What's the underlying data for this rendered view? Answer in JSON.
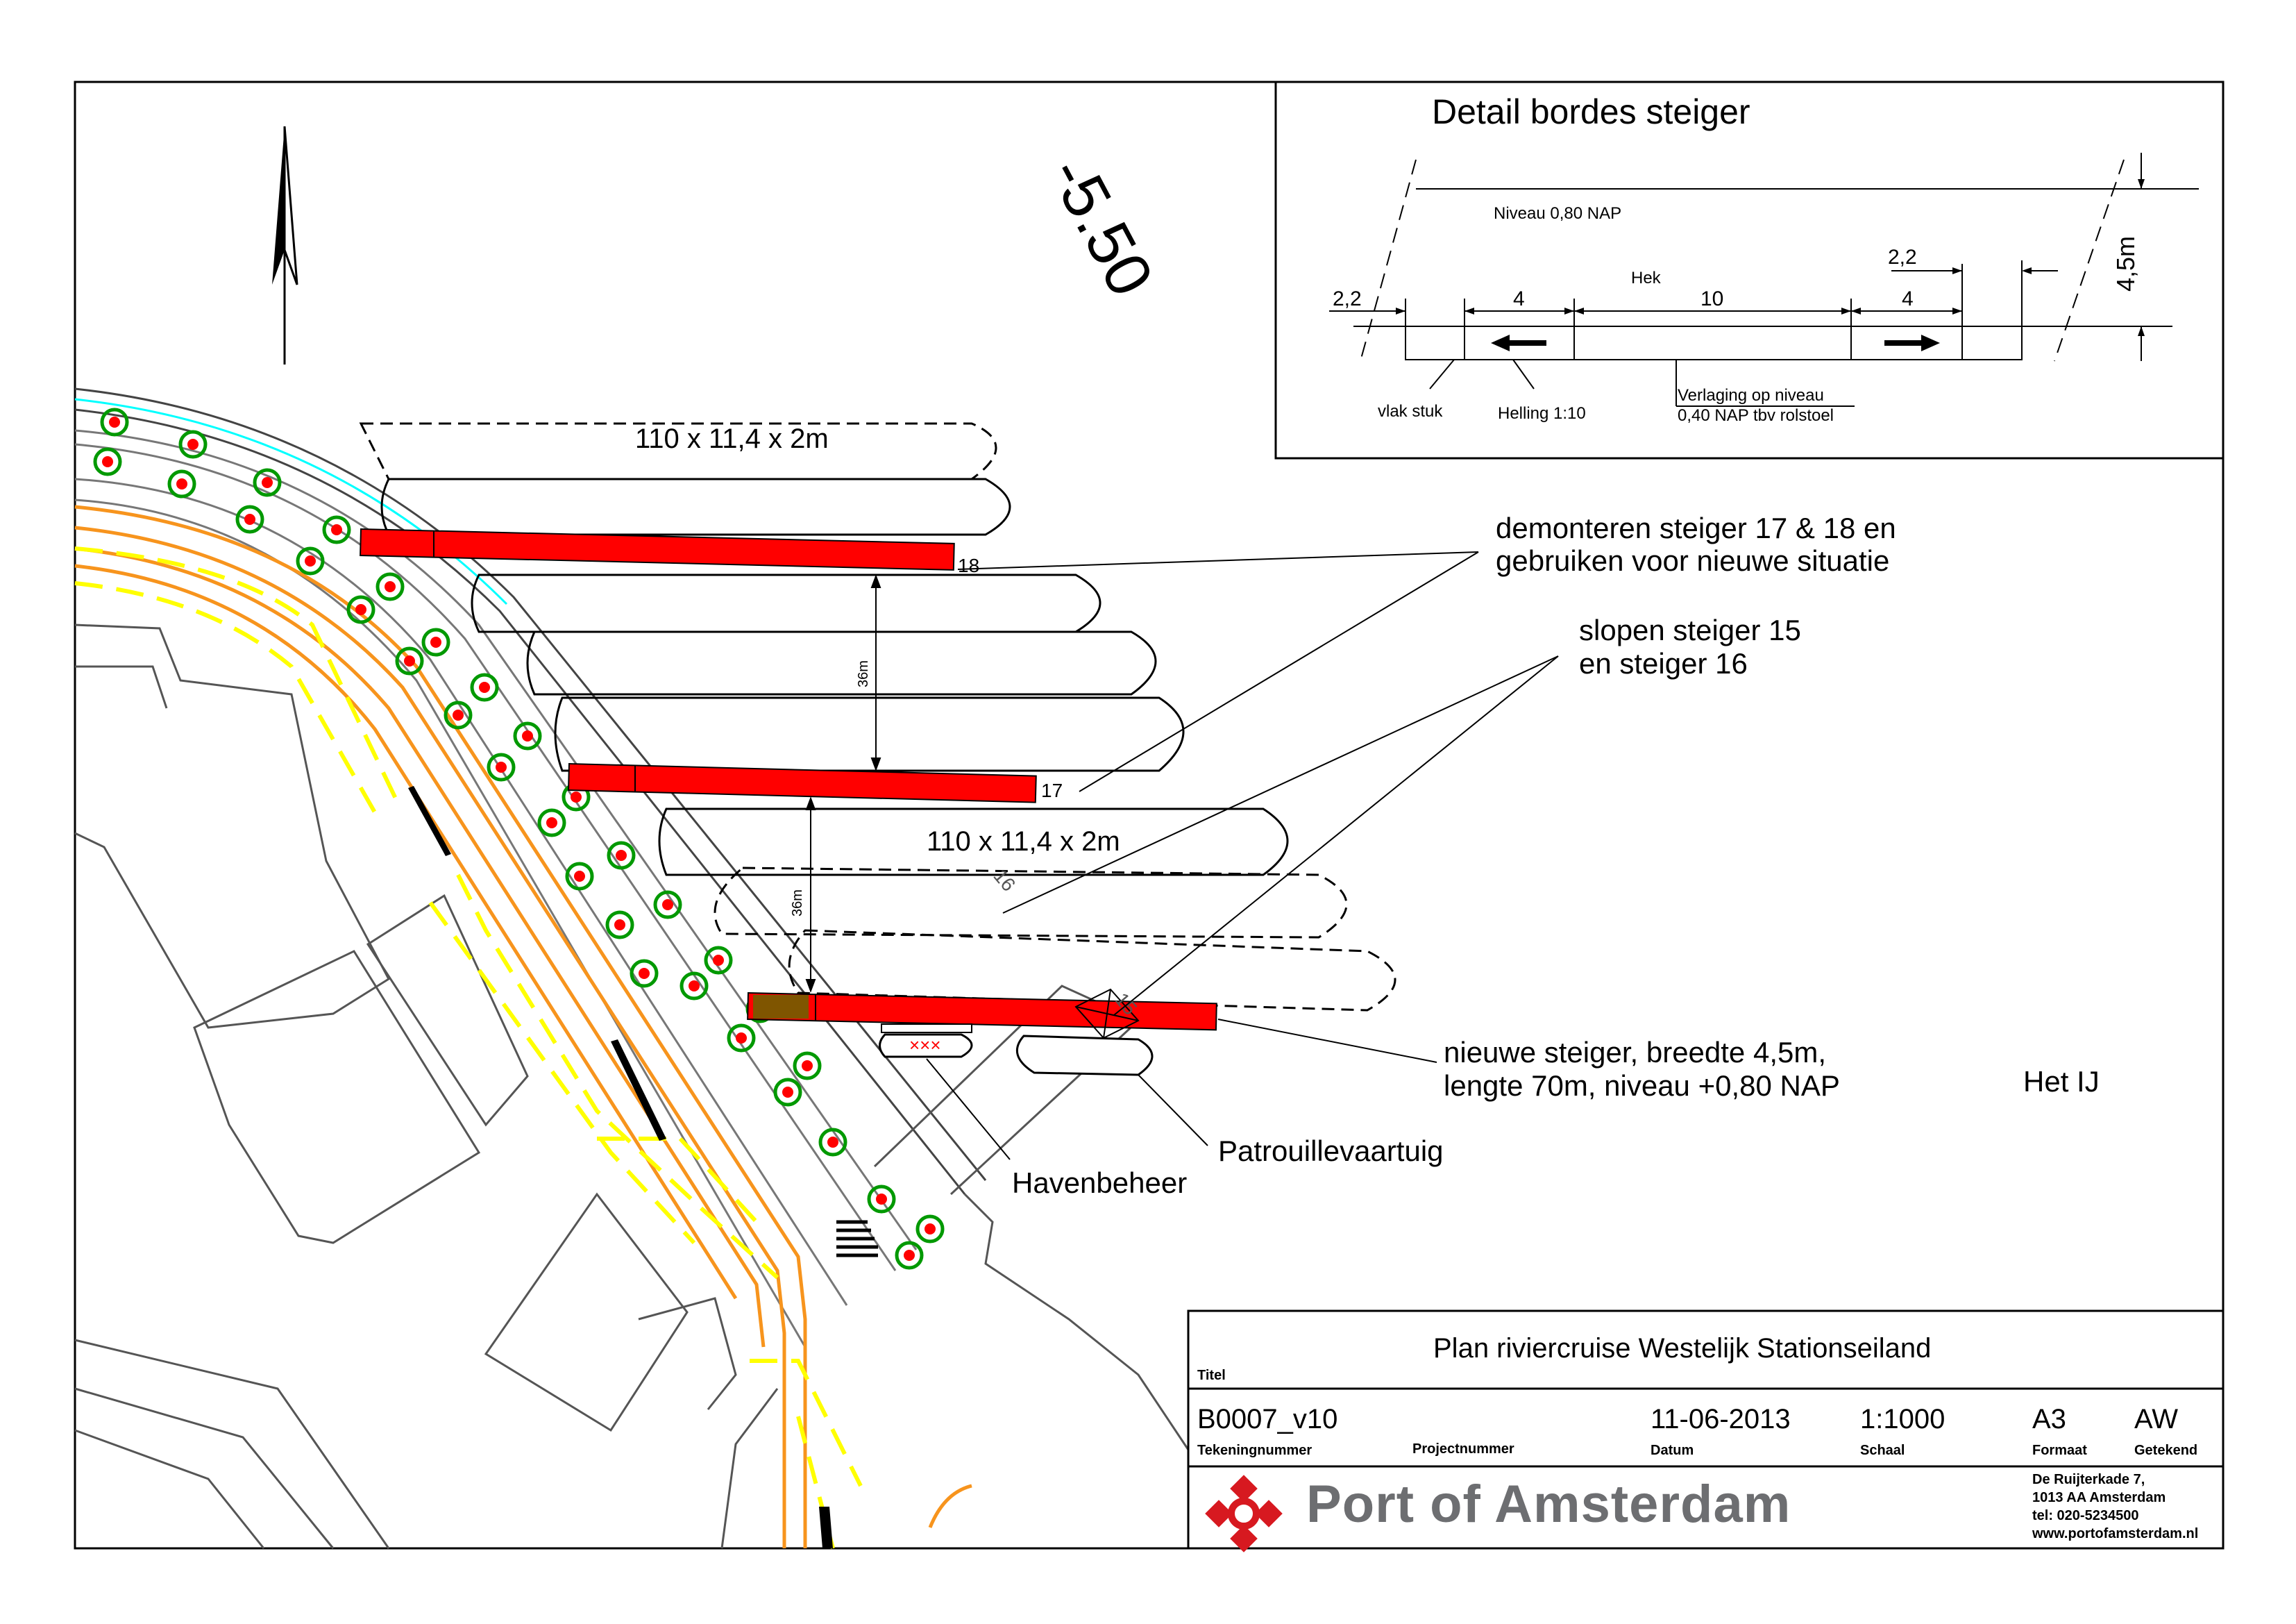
{
  "drawing": {
    "depth_label": "-5.50",
    "water_name": "Het IJ",
    "berth_numbers": {
      "s18": "18",
      "s17": "17",
      "s16": "16",
      "s15": "15"
    },
    "ship_size_label_1": "110 x 11,4 x 2m",
    "ship_size_label_2": "110 x 11,4 x 2m",
    "spacing_label_1": "36m",
    "spacing_label_2": "36m",
    "harbor_mark": "×××"
  },
  "annotations": {
    "demontage_line1": "demonteren steiger 17 & 18 en",
    "demontage_line2": "gebruiken voor nieuwe situatie",
    "slopen_line1": "slopen steiger 15",
    "slopen_line2": "en steiger 16",
    "nieuw_line1": "nieuwe steiger, breedte 4,5m,",
    "nieuw_line2": "lengte 70m, niveau +0,80 NAP",
    "havenbeheer": "Havenbeheer",
    "patrouille": "Patrouillevaartuig"
  },
  "detail": {
    "title": "Detail bordes steiger",
    "niveau": "Niveau 0,80 NAP",
    "hek": "Hek",
    "dim_22_left": "2,2",
    "dim_4_left": "4",
    "dim_10": "10",
    "dim_4_right": "4",
    "dim_22_right": "2,2",
    "dim_45": "4,5m",
    "vlak_stuk": "vlak stuk",
    "helling": "Helling 1:10",
    "verlaging_line1": "Verlaging op niveau",
    "verlaging_line2": "0,40 NAP tbv rolstoel"
  },
  "title_block": {
    "title_value": "Plan riviercruise Westelijk Stationseiland",
    "title_label": "Titel",
    "drawing_number": "B0007_v10",
    "drawing_number_label": "Tekeningnummer",
    "project_label": "Projectnummer",
    "date": "11-06-2013",
    "date_label": "Datum",
    "scale": "1:1000",
    "scale_label": "Schaal",
    "format": "A3",
    "format_label": "Formaat",
    "drawn_by": "AW",
    "drawn_by_label": "Getekend",
    "company": "Port of Amsterdam",
    "address_line1": "De Ruijterkade 7,",
    "address_line2": "1013 AA Amsterdam",
    "address_line3": "tel: 020-5234500",
    "address_line4": "www.portofamsterdam.nl",
    "logo_color": "#d71920"
  },
  "colors": {
    "steiger": "#ff0000",
    "tram": "#f7941d",
    "cycle": "#ffff00",
    "water_edge": "#00ffff",
    "tree": "#009900"
  }
}
